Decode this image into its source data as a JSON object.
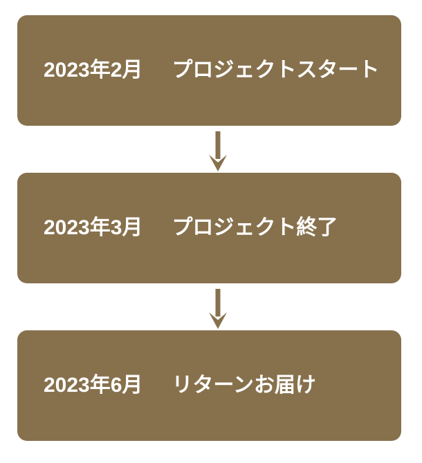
{
  "diagram": {
    "type": "vertical-timeline",
    "steps": [
      {
        "date": "2023年2月",
        "label": "プロジェクトスタート"
      },
      {
        "date": "2023年3月",
        "label": "プロジェクト終了"
      },
      {
        "date": "2023年6月",
        "label": "リターンお届け"
      }
    ],
    "connectors": [
      {
        "icon": "down-arrow-icon"
      },
      {
        "icon": "down-arrow-icon"
      }
    ]
  },
  "colors": {
    "accent": "#87714D",
    "text": "#FFFFFF",
    "background": "#FFFFFF"
  }
}
